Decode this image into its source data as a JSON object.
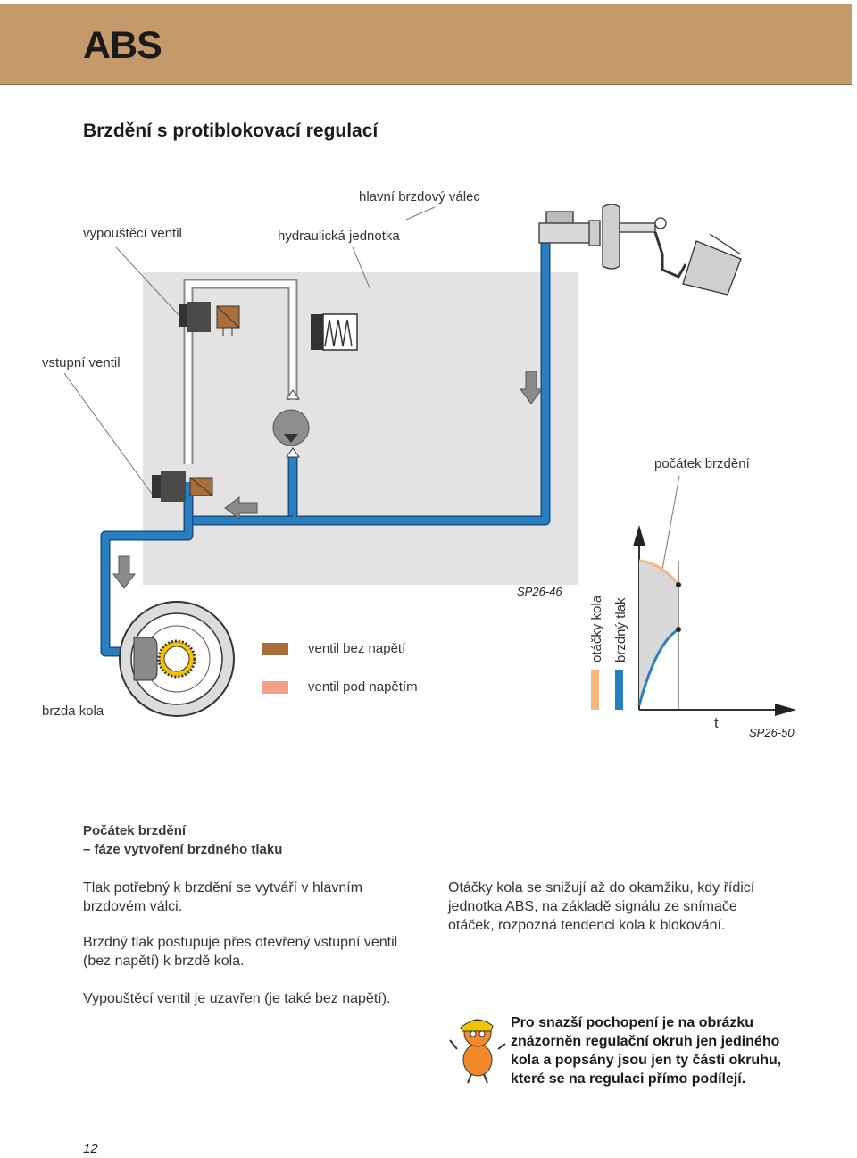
{
  "header": {
    "title": "ABS",
    "color": "#c49a6c"
  },
  "section_title": "Brzdění s protiblokovací regulací",
  "diagram": {
    "labels": {
      "master_cylinder": "hlavní brzdový válec",
      "release_valve": "vypouštěcí ventil",
      "hydraulic_unit": "hydraulická jednotka",
      "inlet_valve": "vstupní ventil",
      "braking_start": "počátek brzdění",
      "wheel_brake": "brzda kola"
    },
    "code_left": "SP26-46",
    "code_right": "SP26-50",
    "legend": [
      {
        "label": "ventil bez napětí",
        "color": "#a86f3a"
      },
      {
        "label": "ventil pod napětím",
        "color": "#f4a08a"
      }
    ],
    "graph": {
      "series": [
        {
          "name": "otáčky kola",
          "color": "#f5b77a"
        },
        {
          "name": "brzdný tlak",
          "color": "#2a7fc1"
        }
      ],
      "x_label": "t"
    },
    "colors": {
      "brake_line": "#2a7fc1",
      "unit_background": "#e3e3e3"
    }
  },
  "caption": {
    "line1": "Počátek brzdění",
    "line2": "– fáze vytvoření brzdného tlaku"
  },
  "paragraphs_left": [
    "Tlak potřebný k brzdění se vytváří v hlavním brzdovém válci.",
    "Brzdný tlak postupuje přes otevřený vstupní ventil (bez napětí) k brzdě kola.",
    "Vypouštěcí ventil je uzavřen (je také bez napětí)."
  ],
  "paragraph_right": "Otáčky kola se snižují až do okamžiku, kdy řídicí jednotka ABS, na základě signálu ze snímače otáček, rozpozná tendenci kola k blokování.",
  "note": "Pro snazší pochopení je na obrázku znázorněn regulační okruh jen jediného kola a popsány jsou jen ty části okruhu, které se na regulaci přímo podílejí.",
  "page_number": "12"
}
